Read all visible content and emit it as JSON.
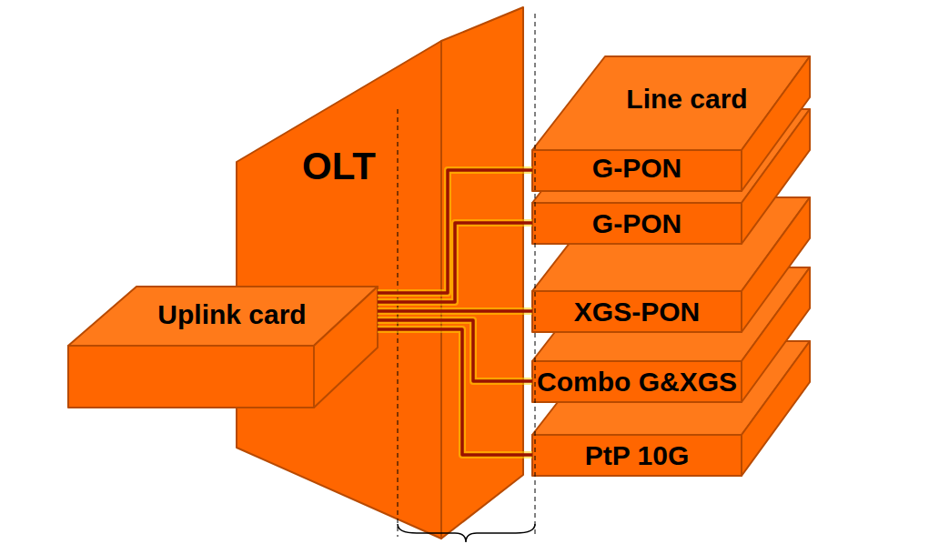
{
  "diagram": {
    "nodes": [
      {
        "text": [
          "OLT"
        ]
      },
      {
        "text": [
          "Uplink card"
        ]
      },
      {
        "text": [
          "Line card",
          "G-PON"
        ]
      },
      {
        "text": [
          "G-PON"
        ]
      },
      {
        "text": [
          "XGS-PON"
        ]
      },
      {
        "text": [
          "Combo G&XGS"
        ]
      },
      {
        "text": [
          "PtP 10G"
        ]
      }
    ],
    "edges": [
      {
        "from": 1,
        "to": 2,
        "arrow": "none"
      },
      {
        "from": 1,
        "to": 3,
        "arrow": "none"
      },
      {
        "from": 1,
        "to": 4,
        "arrow": "none"
      },
      {
        "from": 1,
        "to": 5,
        "arrow": "none"
      },
      {
        "from": 1,
        "to": 6,
        "arrow": "none"
      }
    ]
  }
}
